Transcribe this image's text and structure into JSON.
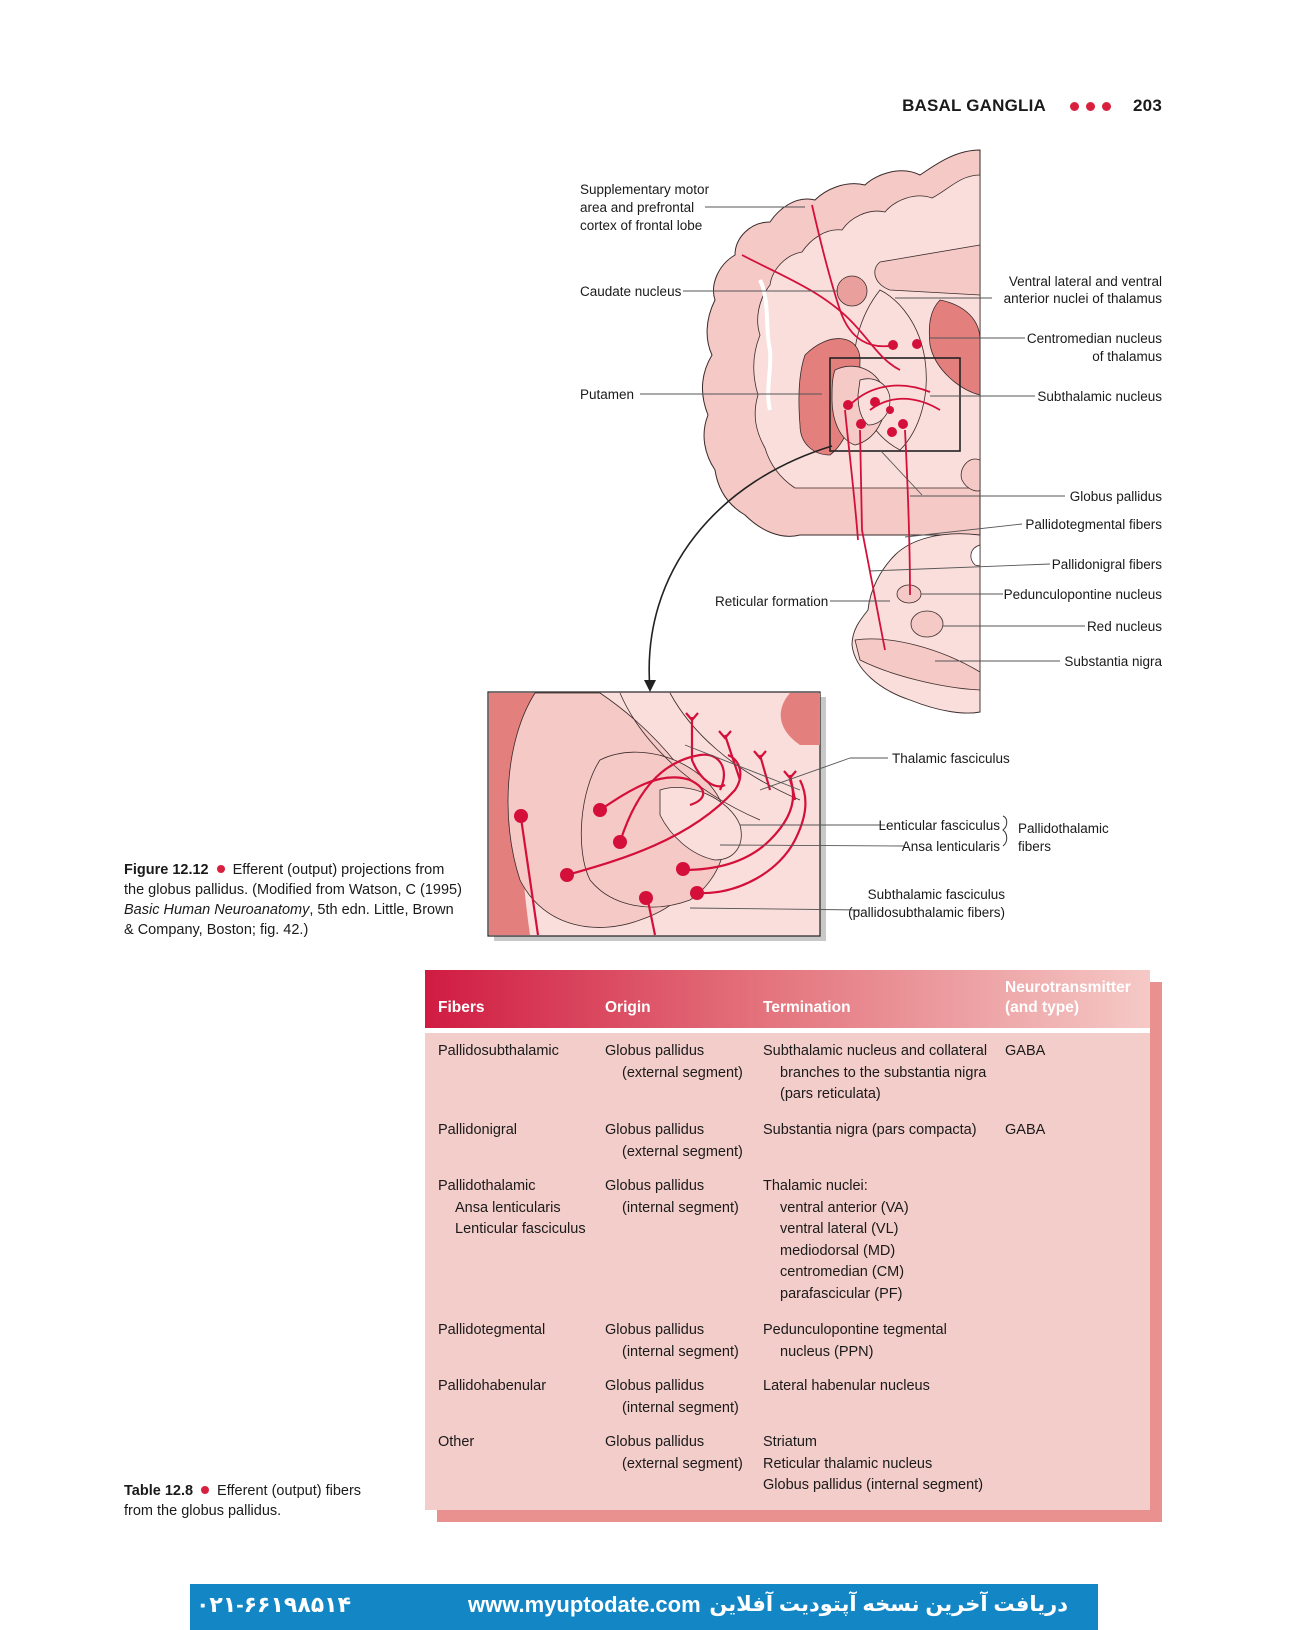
{
  "header": {
    "section": "BASAL GANGLIA",
    "page_number": "203"
  },
  "figure": {
    "labels": {
      "supp_motor": [
        "Supplementary motor",
        "area and prefrontal",
        "cortex of frontal lobe"
      ],
      "caudate": "Caudate nucleus",
      "putamen": "Putamen",
      "vl_va": [
        "Ventral lateral and ventral",
        "anterior nuclei of thalamus"
      ],
      "centromedian": [
        "Centromedian nucleus",
        "of thalamus"
      ],
      "subthalamic": "Subthalamic nucleus",
      "globus_pallidus": "Globus pallidus",
      "pallidotegmental": "Pallidotegmental fibers",
      "pallidonigral": "Pallidonigral fibers",
      "reticular": "Reticular formation",
      "pedunculopontine": "Pedunculopontine nucleus",
      "red_nucleus": "Red nucleus",
      "substantia_nigra": "Substantia nigra",
      "thalamic_fasciculus": "Thalamic fasciculus",
      "lenticular_fasciculus": "Lenticular fasciculus",
      "ansa_lenticularis": "Ansa lenticularis",
      "pallidothalamic": [
        "Pallidothalamic",
        "fibers"
      ],
      "subthalamic_fasciculus": [
        "Subthalamic fasciculus",
        "(pallidosubthalamic fibers)"
      ]
    },
    "caption": {
      "number": "Figure 12.12",
      "text": "Efferent (output) projections from the globus pallidus. (Modified from Watson, C (1995) ",
      "italic": "Basic Human Neuroanatomy",
      "text_after": ", 5th edn. Little, Brown & Company, Boston; fig. 42.)"
    }
  },
  "table": {
    "caption": {
      "number": "Table 12.8",
      "text": "Efferent (output) fibers from the globus pallidus."
    },
    "headers": [
      "Fibers",
      "Origin",
      "Termination",
      "Neurotransmitter",
      "(and type)"
    ],
    "rows": [
      {
        "fibers": [
          "Pallidosubthalamic"
        ],
        "origin": [
          "Globus pallidus",
          "(external segment)"
        ],
        "termination": [
          "Subthalamic nucleus and collateral",
          "branches to the substantia nigra",
          "(pars reticulata)"
        ],
        "nt": [
          "GABA"
        ]
      },
      {
        "fibers": [
          "Pallidonigral"
        ],
        "origin": [
          "Globus pallidus",
          "(external segment)"
        ],
        "termination": [
          "Substantia nigra (pars compacta)"
        ],
        "nt": [
          "GABA"
        ]
      },
      {
        "fibers": [
          "Pallidothalamic",
          "Ansa lenticularis",
          "Lenticular fasciculus"
        ],
        "origin": [
          "Globus pallidus",
          "(internal segment)"
        ],
        "termination": [
          "Thalamic nuclei:",
          "ventral anterior (VA)",
          "ventral lateral (VL)",
          "mediodorsal (MD)",
          "centromedian (CM)",
          "parafascicular (PF)"
        ],
        "nt": []
      },
      {
        "fibers": [
          "Pallidotegmental"
        ],
        "origin": [
          "Globus pallidus",
          "(internal segment)"
        ],
        "termination": [
          "Pedunculopontine tegmental",
          "nucleus (PPN)"
        ],
        "nt": []
      },
      {
        "fibers": [
          "Pallidohabenular"
        ],
        "origin": [
          "Globus pallidus",
          "(internal segment)"
        ],
        "termination": [
          "Lateral habenular nucleus"
        ],
        "nt": []
      },
      {
        "fibers": [
          "Other"
        ],
        "origin": [
          "Globus pallidus",
          "(external segment)"
        ],
        "termination": [
          "Striatum",
          "Reticular thalamic nucleus",
          "Globus pallidus (internal segment)"
        ],
        "nt": []
      }
    ]
  },
  "footer": {
    "phone": "۰۲۱-۶۶۱۹۸۵۱۴",
    "website": "www.myuptodate.com",
    "persian": "دریافت آخرین نسخه آپتودیت آفلاین"
  }
}
